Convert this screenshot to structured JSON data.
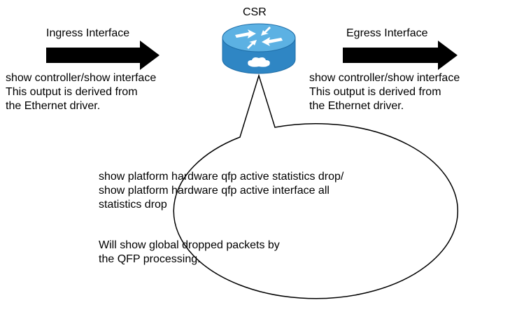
{
  "router": {
    "label": "CSR"
  },
  "ingress": {
    "title": "Ingress Interface",
    "description": [
      "show controller/show interface",
      "This output is derived from",
      "the Ethernet driver."
    ]
  },
  "egress": {
    "title": "Egress Interface",
    "description": [
      "show controller/show interface",
      "This output is derived from",
      "the Ethernet driver."
    ]
  },
  "callout": {
    "commands": [
      "show platform hardware qfp active statistics drop/",
      "show platform hardware qfp active interface all",
      "statistics drop"
    ],
    "note": [
      "Will show global dropped packets by",
      "the QFP processing."
    ]
  },
  "colors": {
    "router_body": "#2f86c4",
    "router_top": "#5cb1e3",
    "arrow": "#000000"
  }
}
